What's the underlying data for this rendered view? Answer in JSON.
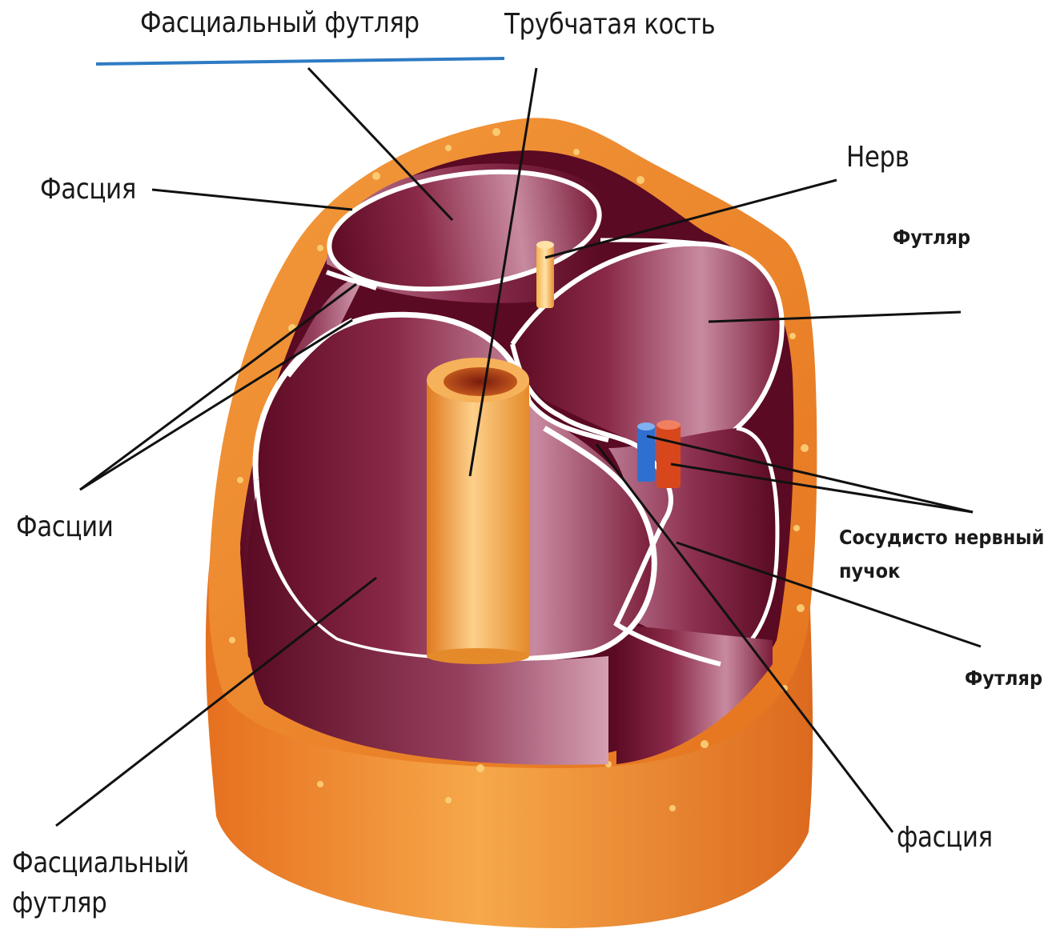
{
  "labels": {
    "top_case": "Фасциальный футляр",
    "bone": "Трубчатая кость",
    "fascia": "Фасция",
    "nerve": "Нерв",
    "case_right_top": "Футляр",
    "fasciae": "Фасции",
    "bundle_line1": "Сосудисто нервный",
    "bundle_line2": "пучок",
    "case_right_bottom": "Футляр",
    "fascia_lower": "фасция",
    "bottom_case_line1": "Фасциальный",
    "bottom_case_line2": "футляр"
  },
  "colors": {
    "skin_outer": "#f08a2e",
    "skin_dark": "#d9661c",
    "muscle_dark": "#6a0f2a",
    "muscle_light": "#c8849a",
    "fascia_line": "#ffffff",
    "bone": "#f2a23c",
    "artery": "#d8471c",
    "vein": "#2f6fd0",
    "pointer": "#111111",
    "underline": "#2e7bc4"
  }
}
